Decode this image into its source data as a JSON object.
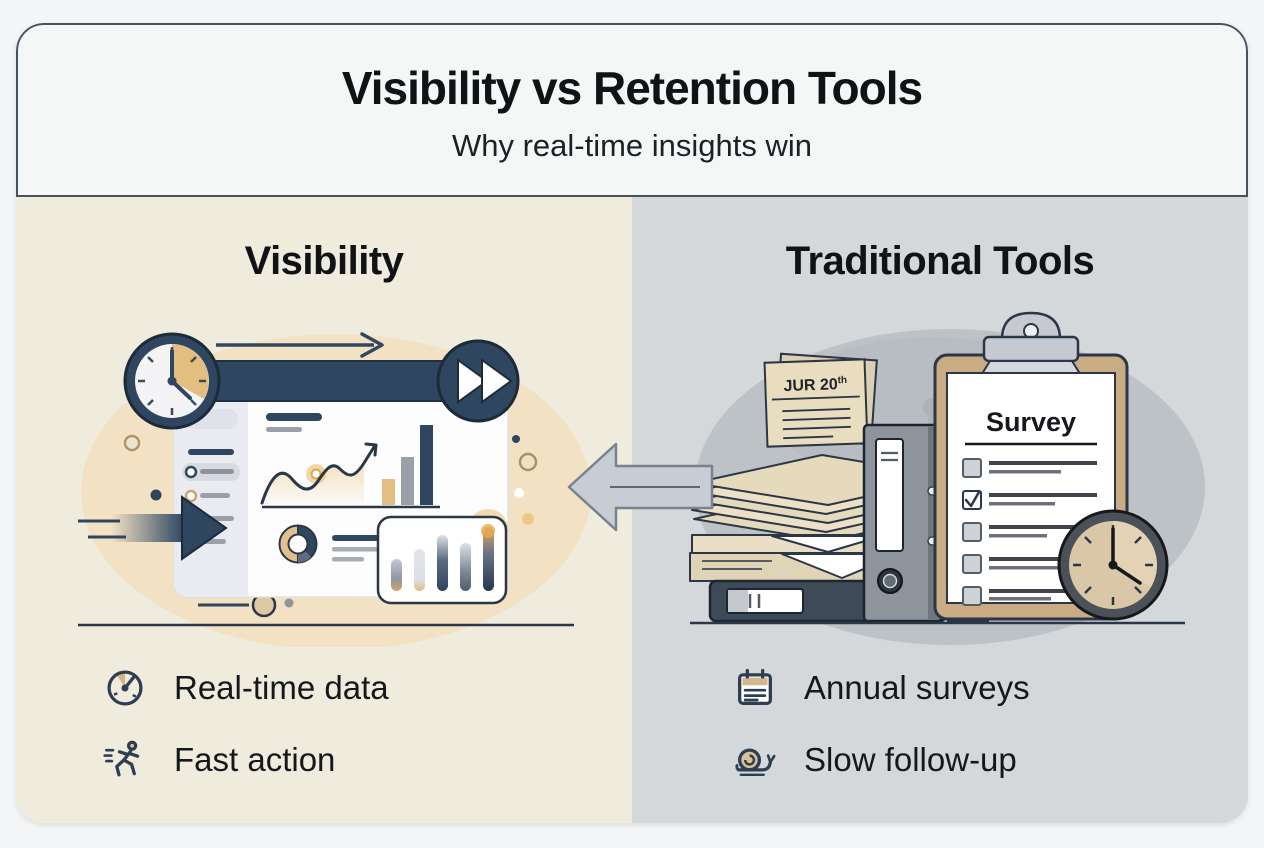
{
  "header": {
    "title": "Visibility vs Retention Tools",
    "subtitle": "Why real-time insights win"
  },
  "left": {
    "heading": "Visibility",
    "bullets": [
      {
        "icon": "gauge-icon",
        "label": "Real-time data"
      },
      {
        "icon": "runner-icon",
        "label": "Fast action"
      }
    ],
    "illustration_elements": [
      "clock-timer",
      "timeline-bar",
      "fast-forward-button",
      "speed-arrow",
      "analytics-dashboard",
      "line-chart",
      "bar-chart",
      "donut-chart",
      "mini-bar-card"
    ]
  },
  "right": {
    "heading": "Traditional Tools",
    "bullets": [
      {
        "icon": "calendar-icon",
        "label": "Annual surveys"
      },
      {
        "icon": "snail-icon",
        "label": "Slow follow-up"
      }
    ],
    "illustration": {
      "sticky_note": {
        "text": "JUR 20",
        "sup": "th"
      },
      "clipboard_title": "Survey",
      "elements": [
        "sticky-notes",
        "paper-stack",
        "binders",
        "survey-clipboard",
        "wall-clock"
      ]
    }
  },
  "palette": {
    "page_bg": "#f3f5f6",
    "header_bg": "#f5f7f7",
    "header_border": "#47525f",
    "left_column_bg": "#efecdd",
    "right_column_bg": "#d4d8da",
    "accent_navy": "#2e4660",
    "outline_dark": "#2b3646",
    "accent_tan": "#e2c08c",
    "tan_blob": "#f2e1c3",
    "gray_blob": "#bdc2c7",
    "clipboard_board": "#c9ab84",
    "mid_arrow_fill": "#c6cdd5"
  }
}
